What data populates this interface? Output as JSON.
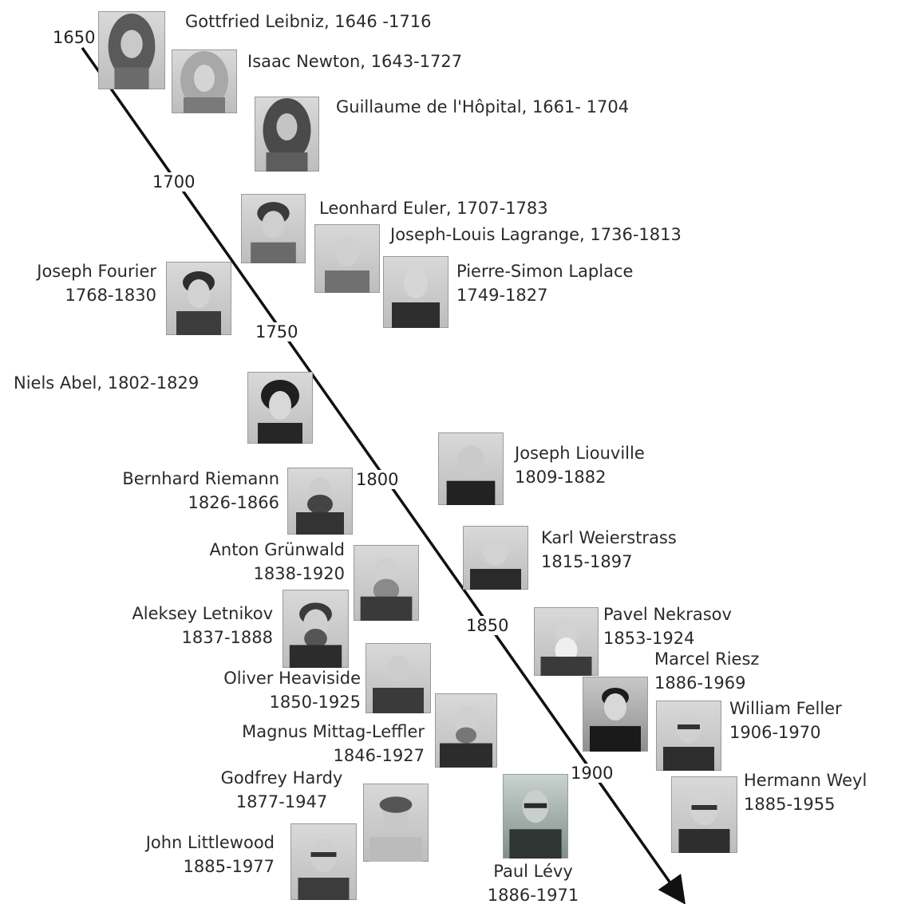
{
  "timeline": {
    "years": [
      "1650",
      "1700",
      "1750",
      "1800",
      "1850",
      "1900"
    ],
    "line_color": "#111111"
  },
  "people": [
    {
      "name": "Gottfried  Leibniz, 1646 -1716",
      "years": ""
    },
    {
      "name": "Isaac Newton, 1643-1727",
      "years": ""
    },
    {
      "name": "Guillaume de l'Hôpital, 1661- 1704",
      "years": ""
    },
    {
      "name": "Leonhard Euler, 1707-1783",
      "years": ""
    },
    {
      "name": "Joseph-Louis Lagrange, 1736-1813",
      "years": ""
    },
    {
      "name": "Pierre-Simon Laplace",
      "years": "1749-1827"
    },
    {
      "name": "Joseph Fourier",
      "years": "1768-1830"
    },
    {
      "name": "Niels Abel, 1802-1829",
      "years": ""
    },
    {
      "name": "Joseph Liouville",
      "years": "1809-1882"
    },
    {
      "name": "Bernhard Riemann",
      "years": "1826-1866"
    },
    {
      "name": "Karl Weierstrass",
      "years": "1815-1897"
    },
    {
      "name": "Anton Grünwald",
      "years": "1838-1920"
    },
    {
      "name": "Aleksey Letnikov",
      "years": "1837-1888"
    },
    {
      "name": "Pavel Nekrasov",
      "years": "1853-1924"
    },
    {
      "name": "Marcel Riesz",
      "years": "1886-1969"
    },
    {
      "name": "Oliver Heaviside",
      "years": "1850-1925"
    },
    {
      "name": "William Feller",
      "years": "1906-1970"
    },
    {
      "name": "Magnus Mittag-Leffler",
      "years": "1846-1927"
    },
    {
      "name": "Godfrey Hardy",
      "years": "1877-1947"
    },
    {
      "name": "Hermann Weyl",
      "years": "1885-1955"
    },
    {
      "name": "John Littlewood",
      "years": "1885-1977"
    },
    {
      "name": "Paul Lévy",
      "years": "1886-1971"
    }
  ]
}
